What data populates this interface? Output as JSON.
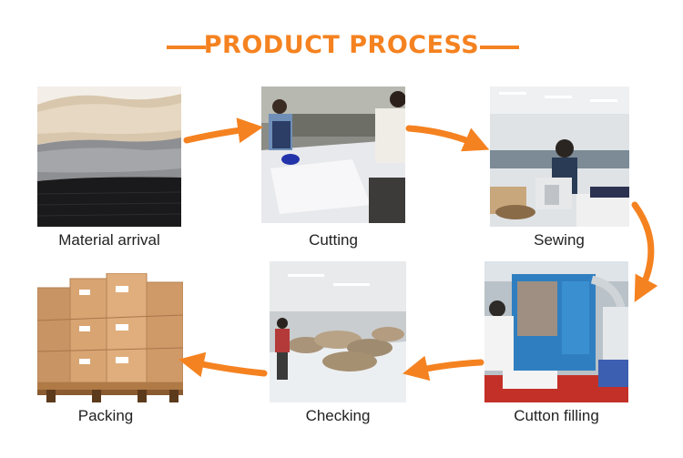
{
  "header": {
    "title": "PRODUCT PROCESS"
  },
  "steps": [
    {
      "label": "Material arrival"
    },
    {
      "label": "Cutting"
    },
    {
      "label": "Sewing"
    },
    {
      "label": "Cutton filling"
    },
    {
      "label": "Checking"
    },
    {
      "label": "Packing"
    }
  ],
  "colors": {
    "accent": "#f58220"
  }
}
